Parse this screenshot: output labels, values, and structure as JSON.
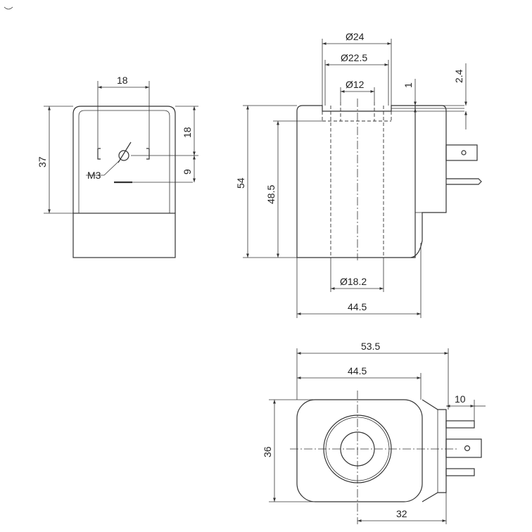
{
  "colors": {
    "line": "#333333",
    "background": "#ffffff"
  },
  "side_view": {
    "width_18": "18",
    "height_37": "37",
    "upper_18": "18",
    "lower_9": "9",
    "thread": "M3"
  },
  "front_view": {
    "dia_24": "Ø24",
    "dia_22_5": "Ø22.5",
    "dia_12": "Ø12",
    "dia_18_2": "Ø18.2",
    "height_54": "54",
    "height_48_5": "48.5",
    "width_44_5": "44.5",
    "dim_1": "1",
    "dim_2_4": "2.4"
  },
  "top_view": {
    "width_53_5": "53.5",
    "width_44_5": "44.5",
    "height_36": "36",
    "dim_10": "10",
    "dim_32": "32"
  }
}
